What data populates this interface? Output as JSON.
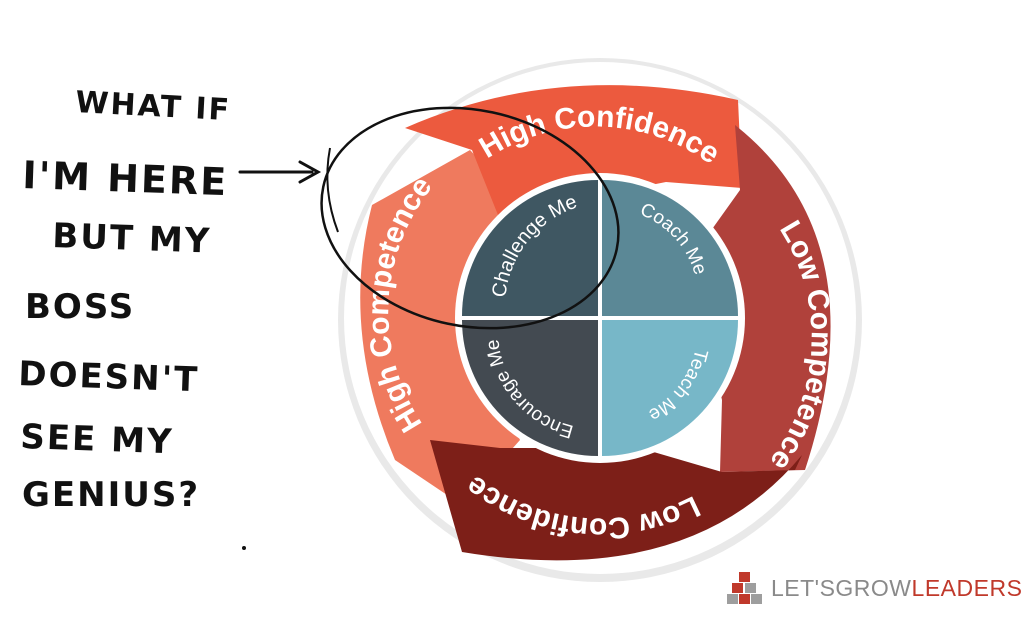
{
  "handwritten_note": {
    "lines": [
      "WHAT IF",
      "I'M HERE",
      "BUT MY",
      "BOSS",
      "DOESN'T",
      "SEE MY",
      "GENIUS?"
    ]
  },
  "diagram": {
    "outer_segments": {
      "top": "High Confidence",
      "right": "Low Competence",
      "bottom": "Low Confidence",
      "left": "High Competence"
    },
    "inner_quadrants": {
      "top_left": "Challenge Me",
      "top_right": "Coach Me",
      "bottom_right": "Teach Me",
      "bottom_left": "Encourage Me"
    },
    "colors": {
      "outer_top": "#ec5a3e",
      "outer_right": "#b0413b",
      "outer_bottom": "#7d1f18",
      "outer_left": "#ef7a5e",
      "inner_top_left": "#3f5762",
      "inner_top_right": "#5b8896",
      "inner_bottom_right": "#77b7c8",
      "inner_bottom_left": "#434a51"
    }
  },
  "brand": {
    "lets": "LET'S",
    "grow": "GROW",
    "leaders": "LEADERS",
    "color_accent": "#c0392b"
  }
}
